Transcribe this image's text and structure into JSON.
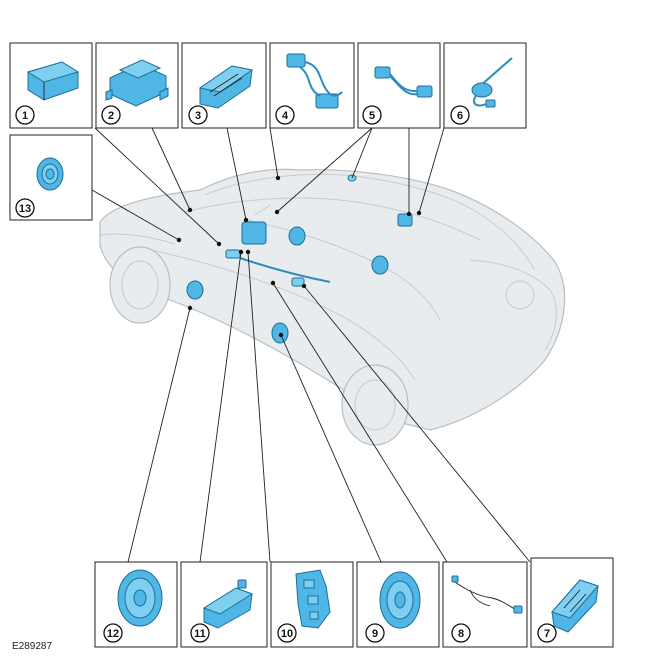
{
  "diagram": {
    "reference": "E289287",
    "callouts": [
      {
        "number": "1",
        "part": "box-module-icon"
      },
      {
        "number": "2",
        "part": "mounted-module-icon"
      },
      {
        "number": "3",
        "part": "slim-module-icon"
      },
      {
        "number": "4",
        "part": "harness-connector-icon"
      },
      {
        "number": "5",
        "part": "harness-connector-icon"
      },
      {
        "number": "6",
        "part": "antenna-icon"
      },
      {
        "number": "7",
        "part": "amplifier-module-icon"
      },
      {
        "number": "8",
        "part": "wiring-harness-icon"
      },
      {
        "number": "9",
        "part": "speaker-icon"
      },
      {
        "number": "10",
        "part": "bracket-icon"
      },
      {
        "number": "11",
        "part": "bracket-module-icon"
      },
      {
        "number": "12",
        "part": "speaker-icon"
      },
      {
        "number": "13",
        "part": "tweeter-icon"
      }
    ],
    "colors": {
      "part": "#4fb6e6",
      "part_outline": "#1c6f99",
      "vehicle": "#e9ecee",
      "line": "#222222"
    }
  }
}
